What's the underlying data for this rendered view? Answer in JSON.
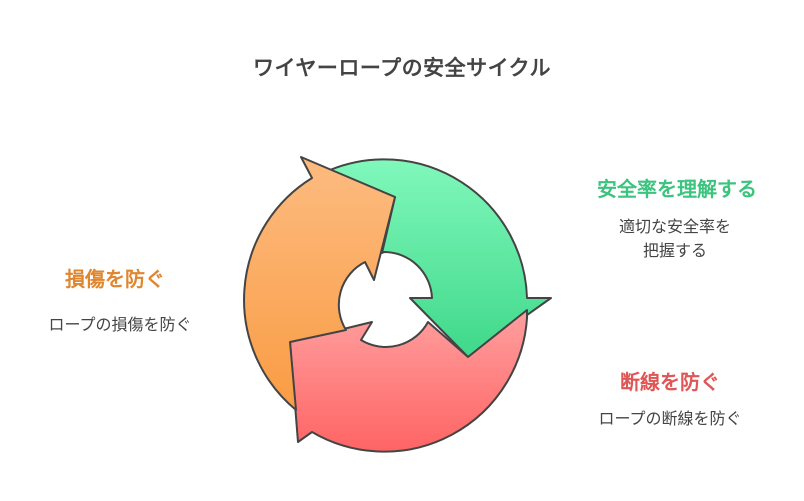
{
  "title": "ワイヤーロープの安全サイクル",
  "steps": [
    {
      "id": "safety",
      "heading": "安全率を理解する",
      "description_lines": [
        "適切な安全率を",
        "把握する"
      ],
      "color": "#3cc47f"
    },
    {
      "id": "break",
      "heading": "断線を防ぐ",
      "description_lines": [
        "ロープの断線を防ぐ"
      ],
      "color": "#e05555"
    },
    {
      "id": "damage",
      "heading": "損傷を防ぐ",
      "description_lines": [
        "ロープの損傷を防ぐ"
      ],
      "color": "#e0862f"
    }
  ],
  "arrows": {
    "green": {
      "top": "#80f8bb",
      "bottom": "#3fd88a"
    },
    "red": {
      "top": "#ff9f9f",
      "bottom": "#ff6464"
    },
    "orange": {
      "top": "#fdbb80",
      "bottom": "#f99c44"
    },
    "stroke": "#444444"
  }
}
